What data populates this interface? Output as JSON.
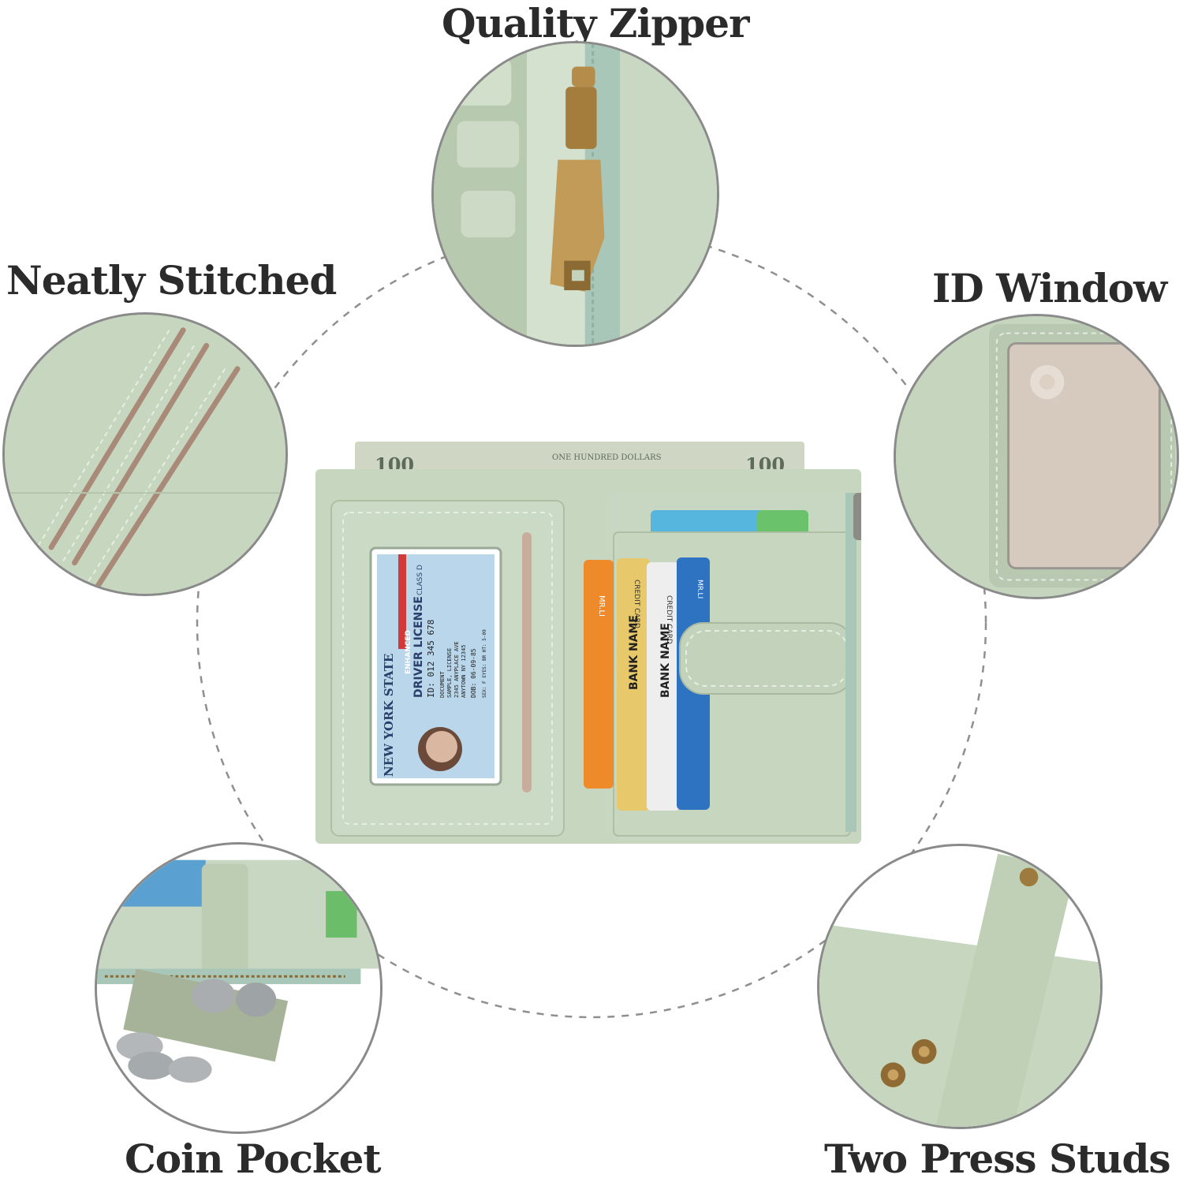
{
  "labels": {
    "quality_zipper": "Quality Zipper",
    "neatly_stitched": "Neatly Stitched",
    "id_window": "ID Window",
    "coin_pocket": "Coin Pocket",
    "two_press_studs": "Two Press Studs"
  },
  "card_text": {
    "state": "NEW YORK STATE",
    "enhanced": "ENHANCED",
    "license": "DRIVER LICENSE",
    "class": "CLASS D",
    "id_line": "ID: 012 345 678",
    "doc1": "DOCUMENT",
    "doc2": "SAMPLE, LICENSE",
    "doc3": "2345 ANYPLACE AVE",
    "doc4": "ANYTOWN NY 12345",
    "dob": "DOB: 06-09-85",
    "sex": "SEX: F EYES: BR HT: 5-09",
    "credit_card": "CREDIT CARD",
    "bank_name": "BANK NAME",
    "mrli": "MR.LI",
    "bill_100": "100",
    "bill_text": "ONE HUNDRED DOLLARS"
  },
  "colors": {
    "leather": "#c6d6bf",
    "leather_dark": "#aebfa6",
    "stitch": "#e6eee2",
    "brass": "#b58c4a",
    "dashed": "#8f8f8f"
  }
}
